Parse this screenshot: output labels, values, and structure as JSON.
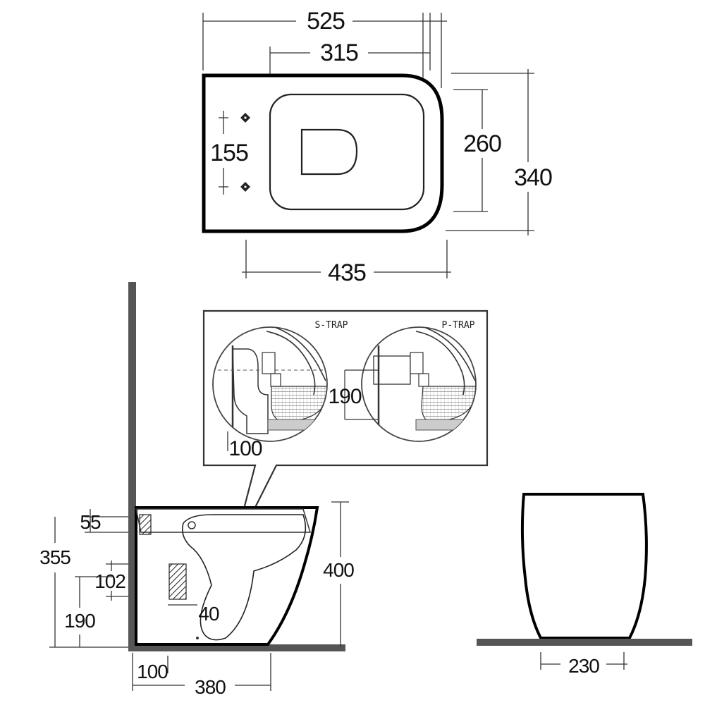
{
  "top_view": {
    "overall_length": "525",
    "fixing_to_front": "315",
    "fixing_spacing": "155",
    "inner_width": "260",
    "overall_width": "340",
    "base_length": "435"
  },
  "inset": {
    "s_trap_label": "S-TRAP",
    "p_trap_label": "P-TRAP",
    "s_trap_offset": "100",
    "p_trap_height": "190"
  },
  "side_view": {
    "inlet_height": "55",
    "overall_height_rear": "355",
    "pipe_offset": "102",
    "outlet_height": "190",
    "pipe_wall_gap": "40",
    "overall_height_front": "400",
    "wall_gap": "100",
    "depth": "380"
  },
  "front_view": {
    "base_width": "230"
  }
}
